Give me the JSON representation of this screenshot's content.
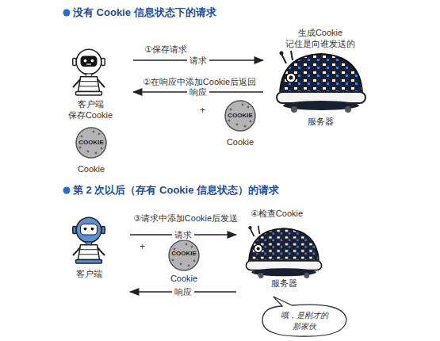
{
  "diagram": {
    "nodes": [
      {
        "text": [
          "客户端 保存Cookie"
        ]
      },
      {
        "text": [
          "生成Cookie 记住是向谁发送的",
          "服务器"
        ]
      },
      {
        "text": [
          "COOKIE",
          "Cookie"
        ]
      },
      {
        "text": [
          "COOKIE",
          "Cookie"
        ]
      },
      {
        "text": [
          "客户端"
        ]
      },
      {
        "text": [
          "服务器"
        ]
      },
      {
        "text": [
          "COOKIE",
          "Cookie"
        ]
      },
      {
        "text": [
          "哦，是刚才的那家伙"
        ]
      }
    ],
    "edges": [
      {
        "from": 0,
        "to": 1,
        "label": "请求",
        "arrow": "to"
      },
      {
        "from": 1,
        "to": 0,
        "label": "响应",
        "arrow": "to"
      },
      {
        "from": 4,
        "to": 5,
        "label": "请求",
        "arrow": "to"
      },
      {
        "from": 5,
        "to": 4,
        "label": "响应",
        "arrow": "to"
      }
    ],
    "labels": [
      "没有 Cookie 信息状态下的请求",
      "①保存请求",
      "②在响应中添加Cookie后返回",
      "+",
      "第 2 次以后（存有 Cookie 信息状态）的请求",
      "③请求中添加Cookie后发送",
      "④检查Cookie",
      "+"
    ]
  }
}
